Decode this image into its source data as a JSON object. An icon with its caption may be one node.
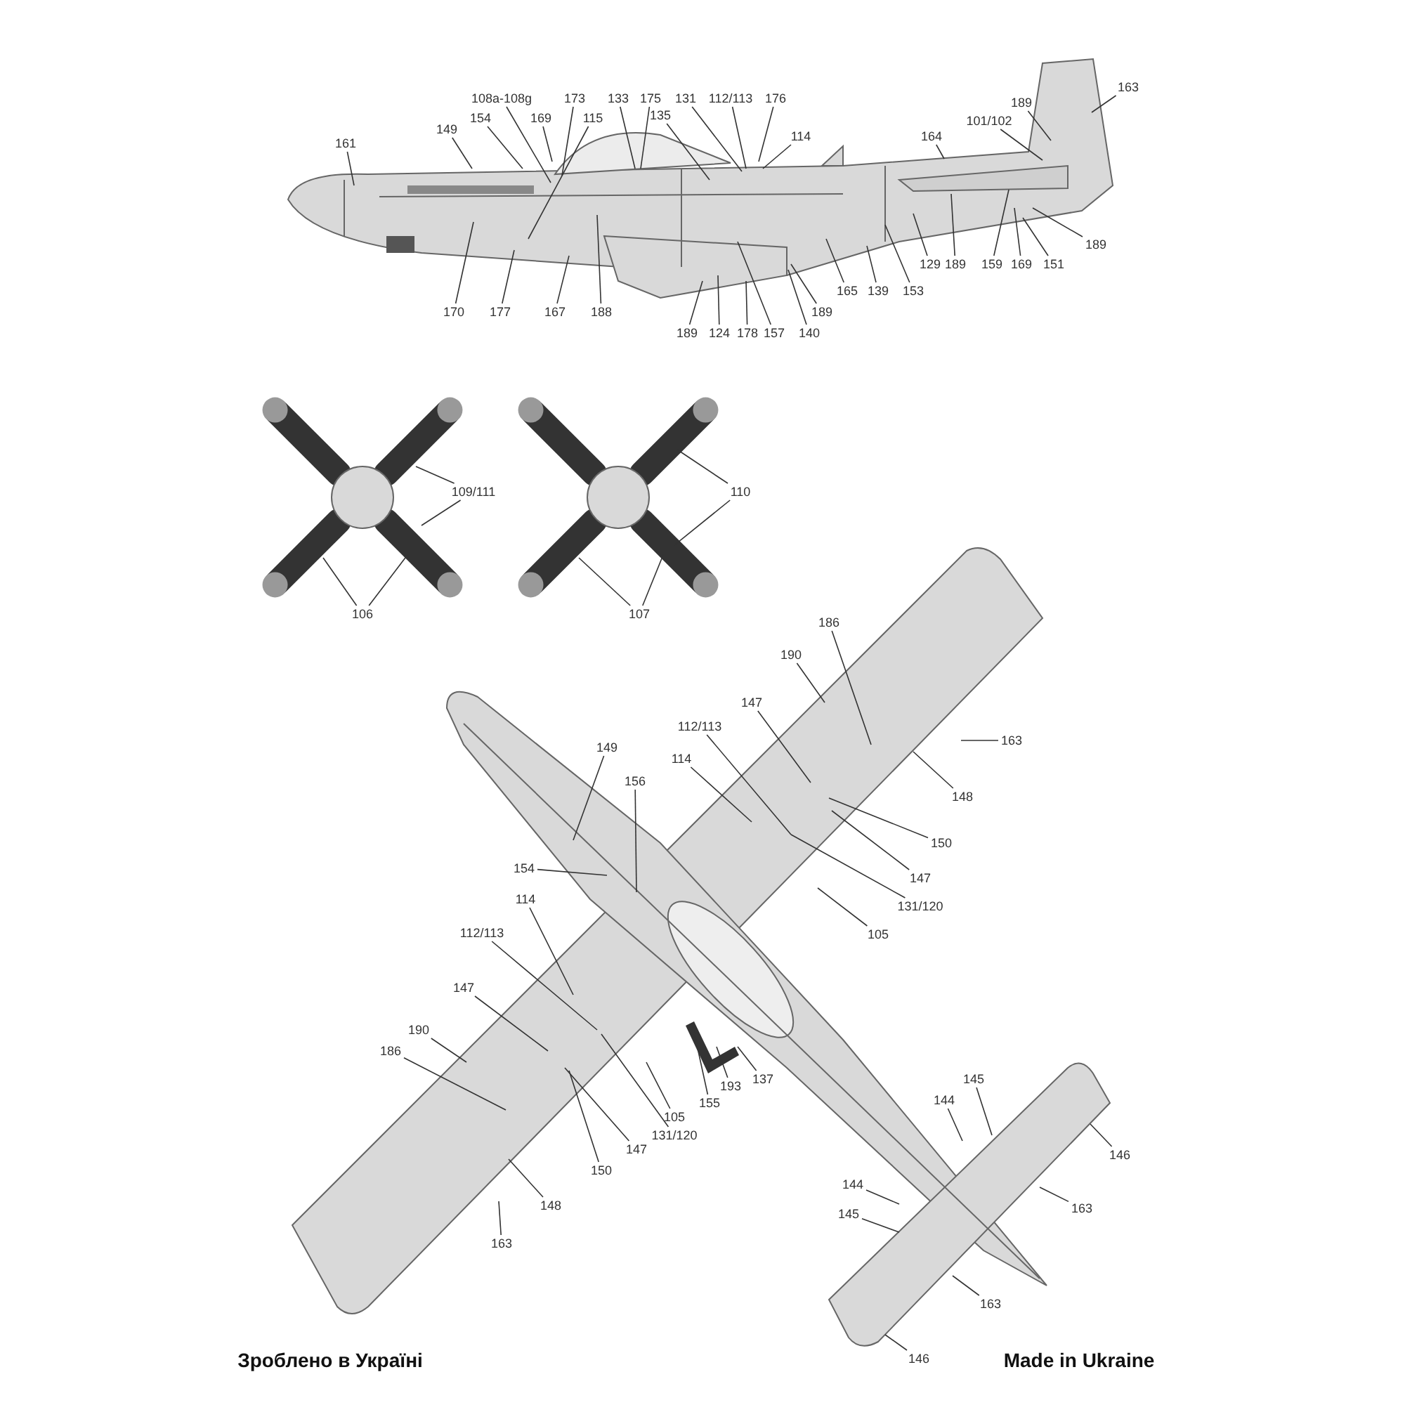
{
  "diagram": {
    "nodes": [
      {
        "text": [
          "161"
        ]
      },
      {
        "text": [
          "149"
        ]
      },
      {
        "text": [
          "154"
        ]
      },
      {
        "text": [
          "108a-108g"
        ]
      },
      {
        "text": [
          "169"
        ]
      },
      {
        "text": [
          "173"
        ]
      },
      {
        "text": [
          "115"
        ]
      },
      {
        "text": [
          "133"
        ]
      },
      {
        "text": [
          "175"
        ]
      },
      {
        "text": [
          "135"
        ]
      },
      {
        "text": [
          "131"
        ]
      },
      {
        "text": [
          "112/113"
        ]
      },
      {
        "text": [
          "176"
        ]
      },
      {
        "text": [
          "114"
        ]
      },
      {
        "text": [
          "163"
        ]
      },
      {
        "text": [
          "189"
        ]
      },
      {
        "text": [
          "101/102"
        ]
      },
      {
        "text": [
          "164"
        ]
      },
      {
        "text": [
          "170"
        ]
      },
      {
        "text": [
          "177"
        ]
      },
      {
        "text": [
          "167"
        ]
      },
      {
        "text": [
          "188"
        ]
      },
      {
        "text": [
          "189"
        ]
      },
      {
        "text": [
          "124"
        ]
      },
      {
        "text": [
          "178"
        ]
      },
      {
        "text": [
          "157"
        ]
      },
      {
        "text": [
          "140"
        ]
      },
      {
        "text": [
          "189"
        ]
      },
      {
        "text": [
          "165"
        ]
      },
      {
        "text": [
          "139"
        ]
      },
      {
        "text": [
          "153"
        ]
      },
      {
        "text": [
          "129"
        ]
      },
      {
        "text": [
          "189"
        ]
      },
      {
        "text": [
          "159"
        ]
      },
      {
        "text": [
          "169"
        ]
      },
      {
        "text": [
          "151"
        ]
      },
      {
        "text": [
          "189"
        ]
      },
      {
        "text": [
          "109/111"
        ]
      },
      {
        "text": [
          "106"
        ]
      },
      {
        "text": [
          "110"
        ]
      },
      {
        "text": [
          "107"
        ]
      },
      {
        "text": [
          "186"
        ]
      },
      {
        "text": [
          "190"
        ]
      },
      {
        "text": [
          "147"
        ]
      },
      {
        "text": [
          "112/113"
        ]
      },
      {
        "text": [
          "149"
        ]
      },
      {
        "text": [
          "114"
        ]
      },
      {
        "text": [
          "156"
        ]
      },
      {
        "text": [
          "163"
        ]
      },
      {
        "text": [
          "148"
        ]
      },
      {
        "text": [
          "150"
        ]
      },
      {
        "text": [
          "154"
        ]
      },
      {
        "text": [
          "147"
        ]
      },
      {
        "text": [
          "114"
        ]
      },
      {
        "text": [
          "131/120"
        ]
      },
      {
        "text": [
          "105"
        ]
      },
      {
        "text": [
          "112/113"
        ]
      },
      {
        "text": [
          "147"
        ]
      },
      {
        "text": [
          "190"
        ]
      },
      {
        "text": [
          "186"
        ]
      },
      {
        "text": [
          "137"
        ]
      },
      {
        "text": [
          "193"
        ]
      },
      {
        "text": [
          "145"
        ]
      },
      {
        "text": [
          "144"
        ]
      },
      {
        "text": [
          "155"
        ]
      },
      {
        "text": [
          "105"
        ]
      },
      {
        "text": [
          "131/120"
        ]
      },
      {
        "text": [
          "147"
        ]
      },
      {
        "text": [
          "146"
        ]
      },
      {
        "text": [
          "150"
        ]
      },
      {
        "text": [
          "144"
        ]
      },
      {
        "text": [
          "148"
        ]
      },
      {
        "text": [
          "163"
        ]
      },
      {
        "text": [
          "145"
        ]
      },
      {
        "text": [
          "163"
        ]
      },
      {
        "text": [
          "163"
        ]
      },
      {
        "text": [
          "146"
        ]
      },
      {
        "text": [],
        "shape": "picture"
      },
      {
        "text": [],
        "shape": "picture"
      }
    ],
    "edges": [
      {
        "from": 0,
        "to": null,
        "arrow": "none"
      },
      {
        "from": 1,
        "to": null,
        "arrow": "none"
      },
      {
        "from": 2,
        "to": null,
        "arrow": "none"
      },
      {
        "from": 3,
        "to": null,
        "arrow": "none"
      },
      {
        "from": 4,
        "to": null,
        "arrow": "none"
      },
      {
        "from": 5,
        "to": null,
        "arrow": "none"
      },
      {
        "from": 6,
        "to": null,
        "arrow": "none"
      },
      {
        "from": 7,
        "to": null,
        "arrow": "none"
      },
      {
        "from": 8,
        "to": null,
        "arrow": "none"
      },
      {
        "from": 9,
        "to": null,
        "arrow": "none"
      },
      {
        "from": 10,
        "to": null,
        "arrow": "none"
      },
      {
        "from": 11,
        "to": null,
        "arrow": "none"
      },
      {
        "from": 12,
        "to": null,
        "arrow": "none"
      },
      {
        "from": 13,
        "to": null,
        "arrow": "none"
      },
      {
        "from": 14,
        "to": null,
        "arrow": "none"
      },
      {
        "from": 15,
        "to": null,
        "arrow": "none"
      },
      {
        "from": 16,
        "to": null,
        "arrow": "none"
      },
      {
        "from": 17,
        "to": null,
        "arrow": "none"
      },
      {
        "from": 18,
        "to": null,
        "arrow": "none"
      },
      {
        "from": 19,
        "to": null,
        "arrow": "none"
      },
      {
        "from": 20,
        "to": null,
        "arrow": "none"
      },
      {
        "from": 21,
        "to": null,
        "arrow": "none"
      },
      {
        "from": 22,
        "to": null,
        "arrow": "none"
      },
      {
        "from": 23,
        "to": null,
        "arrow": "none"
      },
      {
        "from": 24,
        "to": null,
        "arrow": "none"
      },
      {
        "from": 25,
        "to": null,
        "arrow": "none"
      },
      {
        "from": 26,
        "to": null,
        "arrow": "none"
      },
      {
        "from": 27,
        "to": null,
        "arrow": "none"
      },
      {
        "from": 28,
        "to": null,
        "arrow": "none"
      },
      {
        "from": 29,
        "to": null,
        "arrow": "none"
      },
      {
        "from": 30,
        "to": null,
        "arrow": "none"
      },
      {
        "from": 31,
        "to": null,
        "arrow": "none"
      },
      {
        "from": 32,
        "to": null,
        "arrow": "none"
      },
      {
        "from": 33,
        "to": null,
        "arrow": "none"
      },
      {
        "from": 34,
        "to": null,
        "arrow": "none"
      },
      {
        "from": 35,
        "to": null,
        "arrow": "none"
      },
      {
        "from": 36,
        "to": null,
        "arrow": "none"
      },
      {
        "from": 37,
        "to": 77,
        "arrow": "none"
      },
      {
        "from": 37,
        "to": 77,
        "arrow": "none"
      },
      {
        "from": 38,
        "to": 77,
        "arrow": "none"
      },
      {
        "from": 38,
        "to": 77,
        "arrow": "none"
      },
      {
        "from": 39,
        "to": 78,
        "arrow": "none"
      },
      {
        "from": 39,
        "to": 78,
        "arrow": "none"
      },
      {
        "from": 40,
        "to": 78,
        "arrow": "none"
      },
      {
        "from": 40,
        "to": 78,
        "arrow": "none"
      },
      {
        "from": 41,
        "to": null,
        "arrow": "none"
      },
      {
        "from": 42,
        "to": null,
        "arrow": "none"
      },
      {
        "from": 43,
        "to": null,
        "arrow": "none"
      },
      {
        "from": 44,
        "to": null,
        "arrow": "none"
      },
      {
        "from": 45,
        "to": null,
        "arrow": "none"
      },
      {
        "from": 46,
        "to": null,
        "arrow": "none"
      },
      {
        "from": 47,
        "to": null,
        "arrow": "none"
      },
      {
        "from": 48,
        "to": null,
        "arrow": "none"
      },
      {
        "from": 49,
        "to": null,
        "arrow": "none"
      },
      {
        "from": 50,
        "to": null,
        "arrow": "none"
      },
      {
        "from": 51,
        "to": null,
        "arrow": "none"
      },
      {
        "from": 52,
        "to": null,
        "arrow": "none"
      },
      {
        "from": 53,
        "to": null,
        "arrow": "none"
      },
      {
        "from": 54,
        "to": null,
        "arrow": "none"
      },
      {
        "from": 55,
        "to": null,
        "arrow": "none"
      },
      {
        "from": 56,
        "to": null,
        "arrow": "none"
      },
      {
        "from": 57,
        "to": null,
        "arrow": "none"
      },
      {
        "from": 58,
        "to": null,
        "arrow": "none"
      },
      {
        "from": 59,
        "to": null,
        "arrow": "none"
      },
      {
        "from": 60,
        "to": null,
        "arrow": "none"
      },
      {
        "from": 61,
        "to": null,
        "arrow": "none"
      },
      {
        "from": 62,
        "to": null,
        "arrow": "none"
      },
      {
        "from": 63,
        "to": null,
        "arrow": "none"
      },
      {
        "from": 64,
        "to": null,
        "arrow": "none"
      },
      {
        "from": 65,
        "to": null,
        "arrow": "none"
      },
      {
        "from": 66,
        "to": null,
        "arrow": "none"
      },
      {
        "from": 67,
        "to": null,
        "arrow": "none"
      },
      {
        "from": 68,
        "to": null,
        "arrow": "none"
      },
      {
        "from": 69,
        "to": null,
        "arrow": "none"
      },
      {
        "from": 70,
        "to": null,
        "arrow": "none"
      },
      {
        "from": 71,
        "to": null,
        "arrow": "none"
      },
      {
        "from": 72,
        "to": null,
        "arrow": "none"
      },
      {
        "from": 73,
        "to": null,
        "arrow": "none"
      },
      {
        "from": 74,
        "to": null,
        "arrow": "none"
      },
      {
        "from": 75,
        "to": null,
        "arrow": "none"
      },
      {
        "from": 76,
        "to": null,
        "arrow": "none"
      }
    ],
    "labels": [
      "Зроблено в Україні",
      "Made in Ukraine"
    ]
  }
}
